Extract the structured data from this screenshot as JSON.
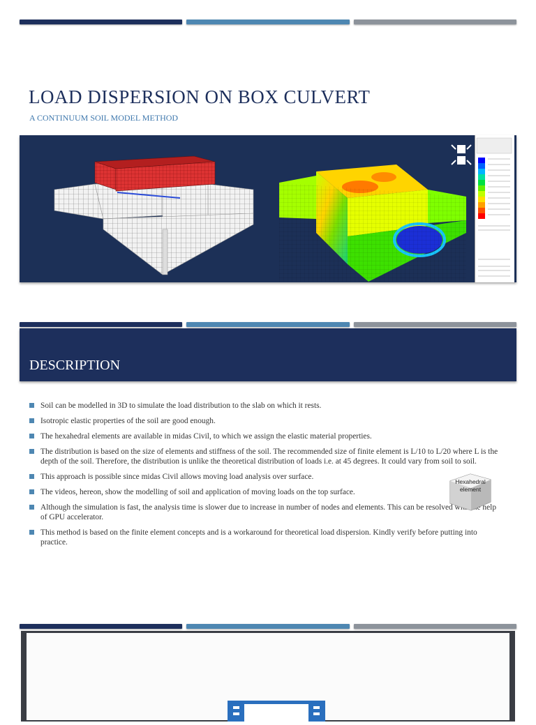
{
  "slide1": {
    "title": "LOAD DISPERSION ON BOX CULVERT",
    "subtitle": "A CONTINUUM SOIL MODEL METHOD"
  },
  "slide2": {
    "heading": "DESCRIPTION",
    "points": [
      "Soil can be modelled in 3D to simulate the load distribution to the slab on which it rests.",
      "Isotropic elastic properties of the soil are good enough.",
      "The hexahedral elements are available in midas Civil, to which we assign the elastic material properties.",
      "The distribution is based on the size of elements and stiffness of the soil.  The recommended size of finite element is L/10 to L/20 where L is the depth of the soil. Therefore, the distribution is unlike the theoretical distribution of loads i.e. at 45 degrees. It could vary from soil to soil.",
      "This approach is possible since midas Civil allows moving load analysis over surface.",
      "The videos, hereon, show the modelling of soil and application of moving loads on the top surface.",
      "Although the simulation is fast, the analysis time is slower due to increase in number of nodes and elements. This can be resolved with the help of GPU accelerator.",
      "This method is based on the finite element concepts and is a workaround for theoretical load dispersion. Kindly verify before putting into practice."
    ],
    "hex_label": "Hexahedral element"
  },
  "colors": {
    "navy": "#1d2f5c",
    "blue": "#4e87b2",
    "gray": "#8d939b"
  }
}
